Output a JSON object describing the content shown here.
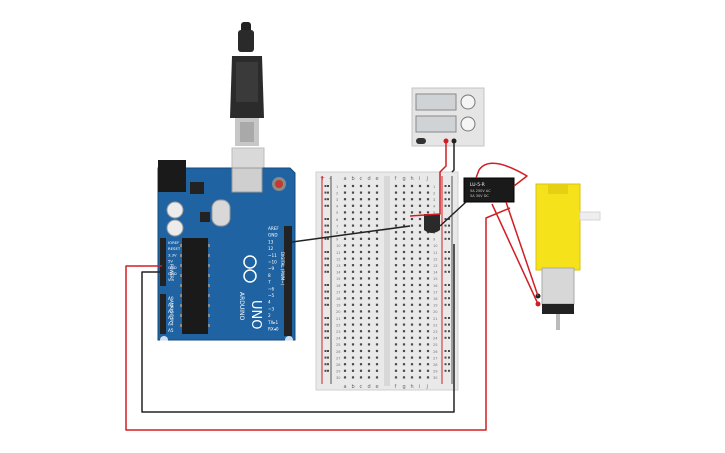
{
  "arduino": {
    "brand": "ARDUINO",
    "model": "UNO",
    "digital_label": "DIGITAL (PWM~)",
    "power_label": "POWER",
    "analog_label": "ANALOG IN",
    "digital_pins": [
      "AREF",
      "GND",
      "13",
      "12",
      "~11",
      "~10",
      "~9",
      "8",
      "7",
      "~6",
      "~5",
      "4",
      "~3",
      "2",
      "TX▸1",
      "RX◂0"
    ],
    "power_pins": [
      "IOREF",
      "RESET",
      "3.3V",
      "5V",
      "GND",
      "GND",
      "Vin"
    ],
    "analog_pins": [
      "A0",
      "A1",
      "A2",
      "A3",
      "A4",
      "A5"
    ],
    "colors": {
      "board": "#1f63a3",
      "header": "#222222",
      "chip": "#1a1a1a"
    }
  },
  "breadboard": {
    "column_letters_left": [
      "a",
      "b",
      "c",
      "d",
      "e"
    ],
    "column_letters_right": [
      "f",
      "g",
      "h",
      "i",
      "j"
    ],
    "row_count": 30,
    "rail_plus": "+",
    "rail_minus": "-"
  },
  "power_supply": {
    "name": "dc-power-supply",
    "colors": {
      "body": "#e5e5e5",
      "display": "#cfd3d6"
    }
  },
  "relay": {
    "model_text": "LU-5-R",
    "spec_line_1": "5A 250V AC",
    "spec_line_2": "5A 30V DC"
  },
  "motor": {
    "name": "dc-hobby-motor",
    "colors": {
      "body": "#f5e21a",
      "cap": "#222222"
    }
  },
  "wire_colors": {
    "red": "#d01f24",
    "black": "#222222"
  }
}
